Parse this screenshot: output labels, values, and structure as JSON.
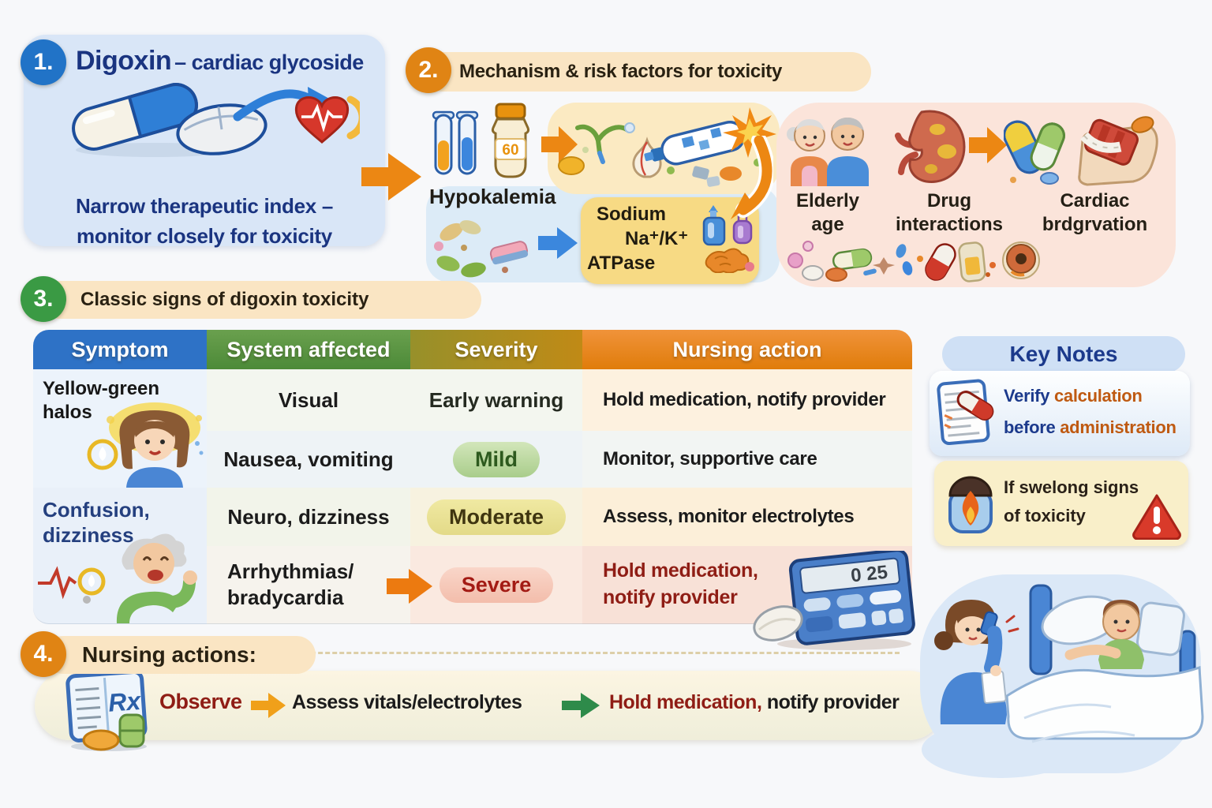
{
  "s1": {
    "badge": "1.",
    "title": "Digoxin",
    "subtitle": "– cardiac glycoside",
    "line1": "Narrow therapeutic index –",
    "line2": "monitor closely for toxicity"
  },
  "s2": {
    "badge": "2.",
    "title": "Mechanism & risk factors for toxicity",
    "bottle_label": "60",
    "hypokalemia": "Hypokalemia",
    "sodium_line1": "Sodium",
    "sodium_line2": "Na⁺/K⁺",
    "sodium_line3": "ATPase",
    "risk1_line1": "Elderly",
    "risk1_line2": "age",
    "risk2_line1": "Drug",
    "risk2_line2": "interactions",
    "risk3_line1": "Cardiac",
    "risk3_line2": "brdgrvation"
  },
  "s3": {
    "badge": "3.",
    "title": "Classic signs of digoxin toxicity",
    "table": {
      "headers": [
        "Symptom",
        "System affected",
        "Severity",
        "Nursing action"
      ],
      "symptom1": "Yellow-green halos",
      "symptom2_line1": "Confusion,",
      "symptom2_line2": "dizziness",
      "rows": [
        {
          "system": "Visual",
          "severity": "Early warning",
          "severity_style": "plain",
          "action": "Hold medication, notify provider"
        },
        {
          "system": "Nausea, vomiting",
          "severity": "Mild",
          "severity_style": "mild",
          "action": "Monitor, supportive care"
        },
        {
          "system": "Neuro, dizziness",
          "severity": "Moderate",
          "severity_style": "moderate",
          "action": "Assess, monitor electrolytes"
        },
        {
          "system_line1": "Arrhythmias/",
          "system_line2": "bradycardia",
          "severity": "Severe",
          "severity_style": "severe",
          "action_line1": "Hold medication,",
          "action_line2": "notify provider"
        }
      ],
      "calculator_display": "0 25"
    }
  },
  "key_notes": {
    "title": "Key Notes",
    "note1_w1": "Verify ",
    "note1_w2": "calculation",
    "note1_w3": "before ",
    "note1_w4": "administration",
    "note2_line1": "If swelong signs",
    "note2_line2": "of toxicity"
  },
  "s4": {
    "badge": "4.",
    "title": "Nursing actions:",
    "rx_label": "Rx",
    "step1": "Observe",
    "step2": "Assess vitals/electrolytes",
    "step3a": "Hold medication,",
    "step3b": " notify provider"
  },
  "colors": {
    "accent_blue": "#2173c7",
    "accent_orange": "#e8830e",
    "accent_green": "#3a9a44",
    "table_header_blue": "#2e72c6",
    "table_header_green": "#57923e",
    "table_header_olive": "#a08c20",
    "table_header_orange": "#ea860e",
    "severity_mild_bg": "#b9d69c",
    "severity_moderate_bg": "#ece594",
    "severity_severe_bg": "#f6c9ba",
    "navy_text": "#1a3480",
    "dark_red_text": "#8f1d15",
    "alert_red": "#d93a2a"
  }
}
